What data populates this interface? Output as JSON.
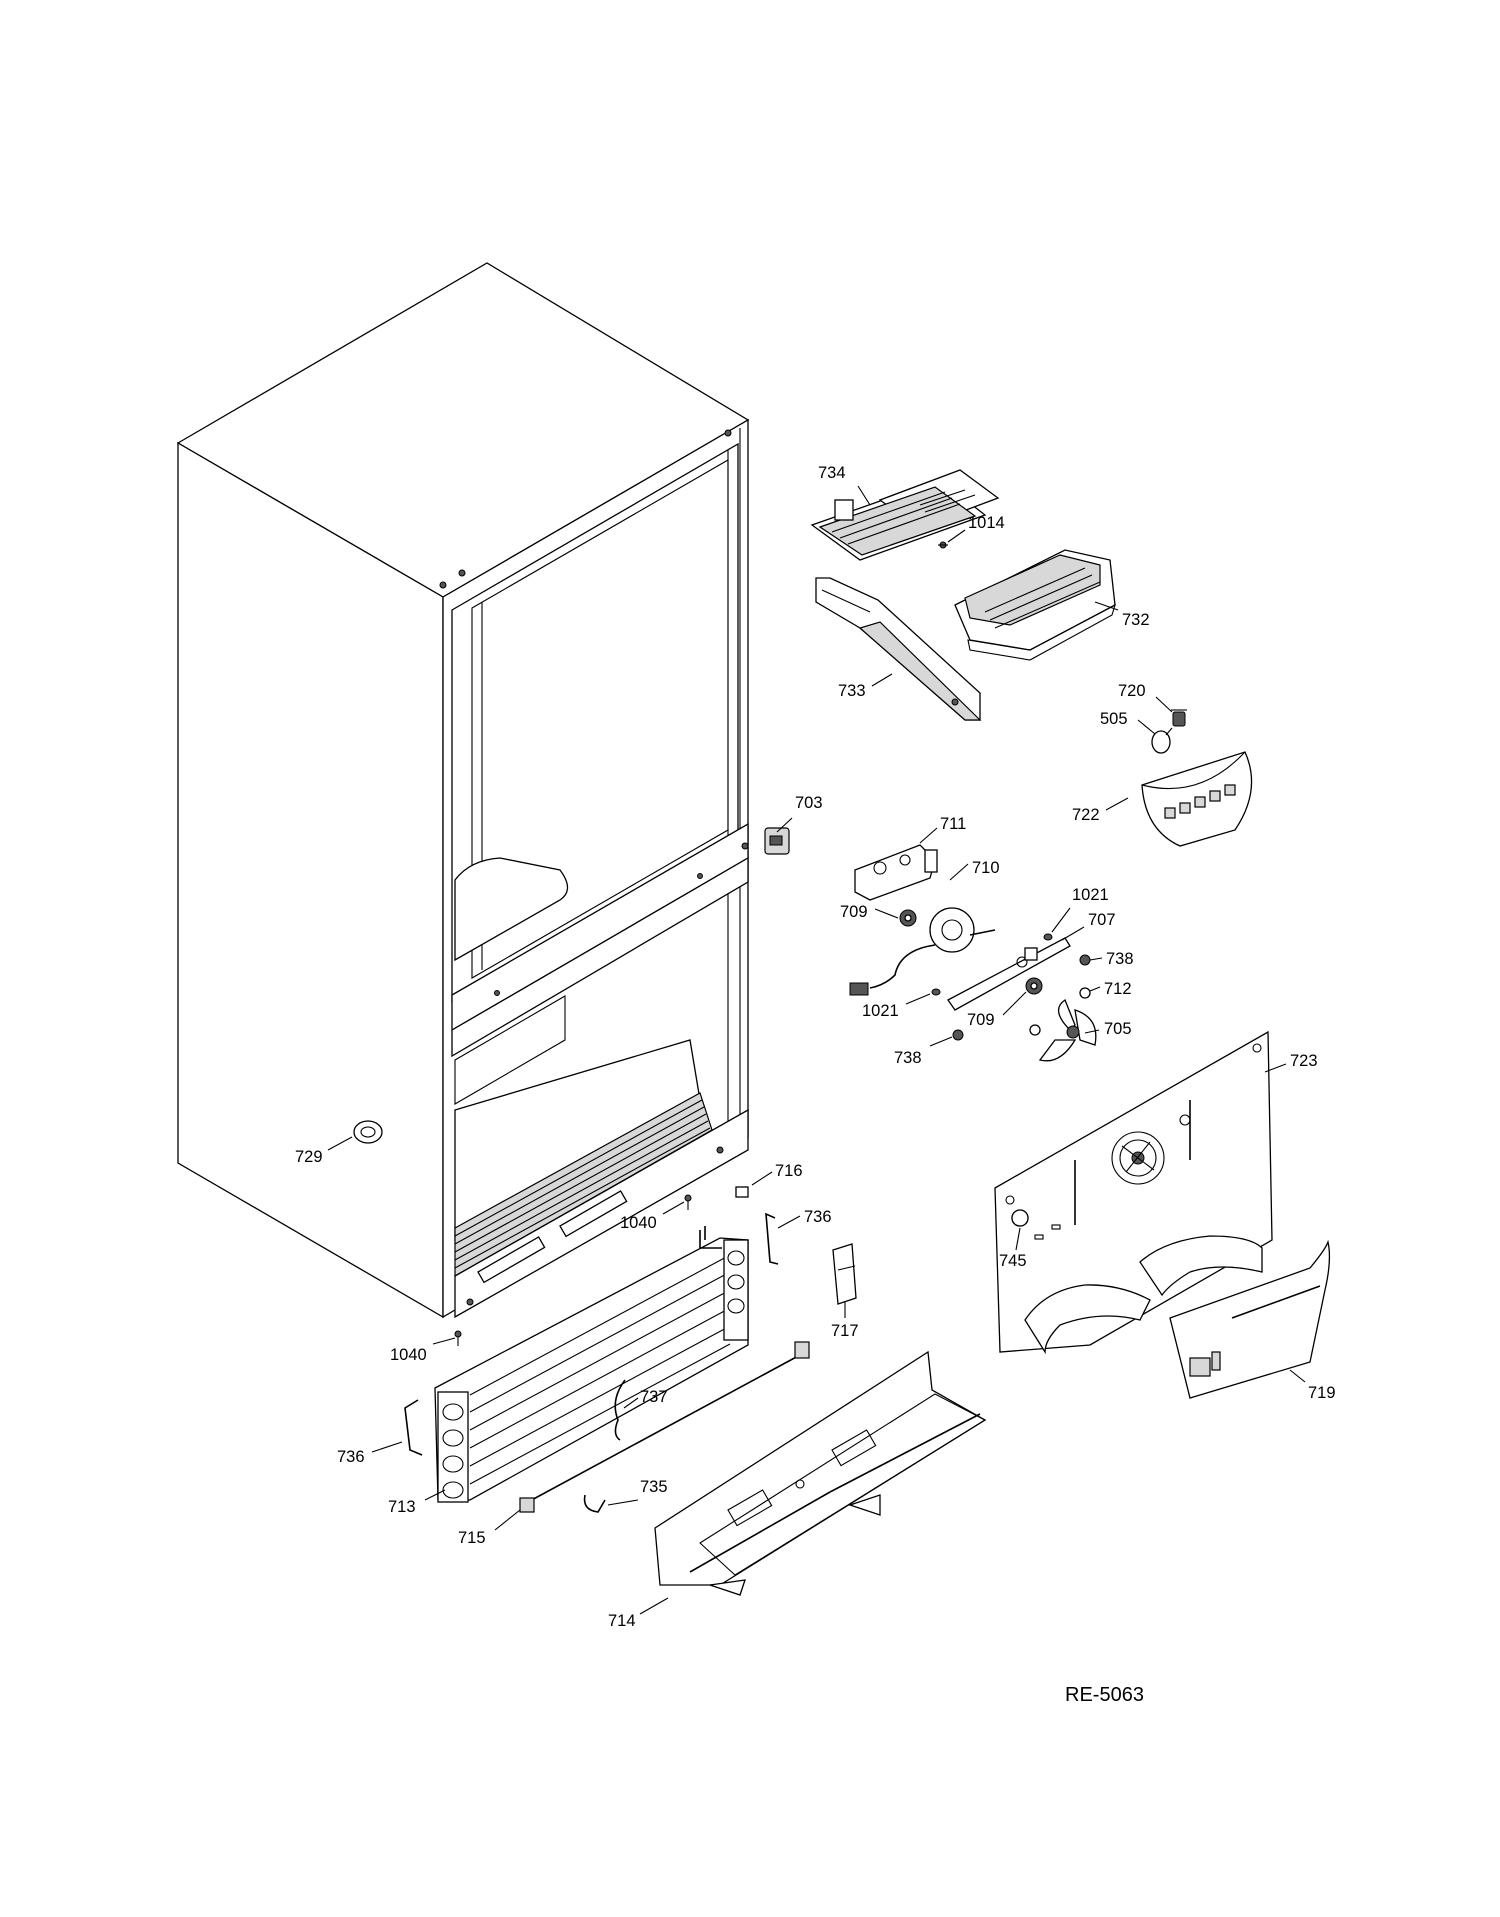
{
  "diagram": {
    "reference_code": "RE-5063",
    "callouts": [
      {
        "id": "734",
        "label": "734"
      },
      {
        "id": "1014",
        "label": "1014"
      },
      {
        "id": "732",
        "label": "732"
      },
      {
        "id": "733",
        "label": "733"
      },
      {
        "id": "720",
        "label": "720"
      },
      {
        "id": "505",
        "label": "505"
      },
      {
        "id": "722",
        "label": "722"
      },
      {
        "id": "703",
        "label": "703"
      },
      {
        "id": "711",
        "label": "711"
      },
      {
        "id": "710",
        "label": "710"
      },
      {
        "id": "709a",
        "label": "709"
      },
      {
        "id": "1021a",
        "label": "1021"
      },
      {
        "id": "707",
        "label": "707"
      },
      {
        "id": "738a",
        "label": "738"
      },
      {
        "id": "712",
        "label": "712"
      },
      {
        "id": "1021b",
        "label": "1021"
      },
      {
        "id": "709b",
        "label": "709"
      },
      {
        "id": "705",
        "label": "705"
      },
      {
        "id": "738b",
        "label": "738"
      },
      {
        "id": "723",
        "label": "723"
      },
      {
        "id": "729",
        "label": "729"
      },
      {
        "id": "716",
        "label": "716"
      },
      {
        "id": "1040a",
        "label": "1040"
      },
      {
        "id": "736a",
        "label": "736"
      },
      {
        "id": "745",
        "label": "745"
      },
      {
        "id": "717",
        "label": "717"
      },
      {
        "id": "719",
        "label": "719"
      },
      {
        "id": "1040b",
        "label": "1040"
      },
      {
        "id": "737",
        "label": "737"
      },
      {
        "id": "736b",
        "label": "736"
      },
      {
        "id": "713",
        "label": "713"
      },
      {
        "id": "735",
        "label": "735"
      },
      {
        "id": "715",
        "label": "715"
      },
      {
        "id": "714",
        "label": "714"
      }
    ]
  }
}
